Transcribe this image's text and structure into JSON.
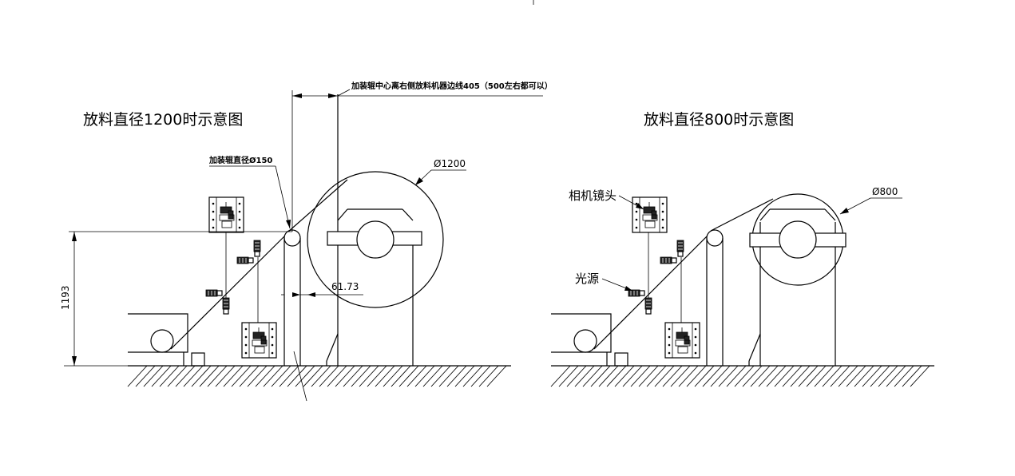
{
  "left_panel": {
    "title": "放料直径1200时示意图",
    "top_dimension_note": "加装辊中心离右侧放料机器边线405（500左右都可以）",
    "roller_note": "加装辊直径Ø150",
    "diameter_label": "Ø1200",
    "height_dimension": "1193",
    "gap_dimension": "61.73"
  },
  "right_panel": {
    "title": "放料直径800时示意图",
    "diameter_label": "Ø800",
    "camera_label": "相机镜头",
    "light_label": "光源"
  }
}
